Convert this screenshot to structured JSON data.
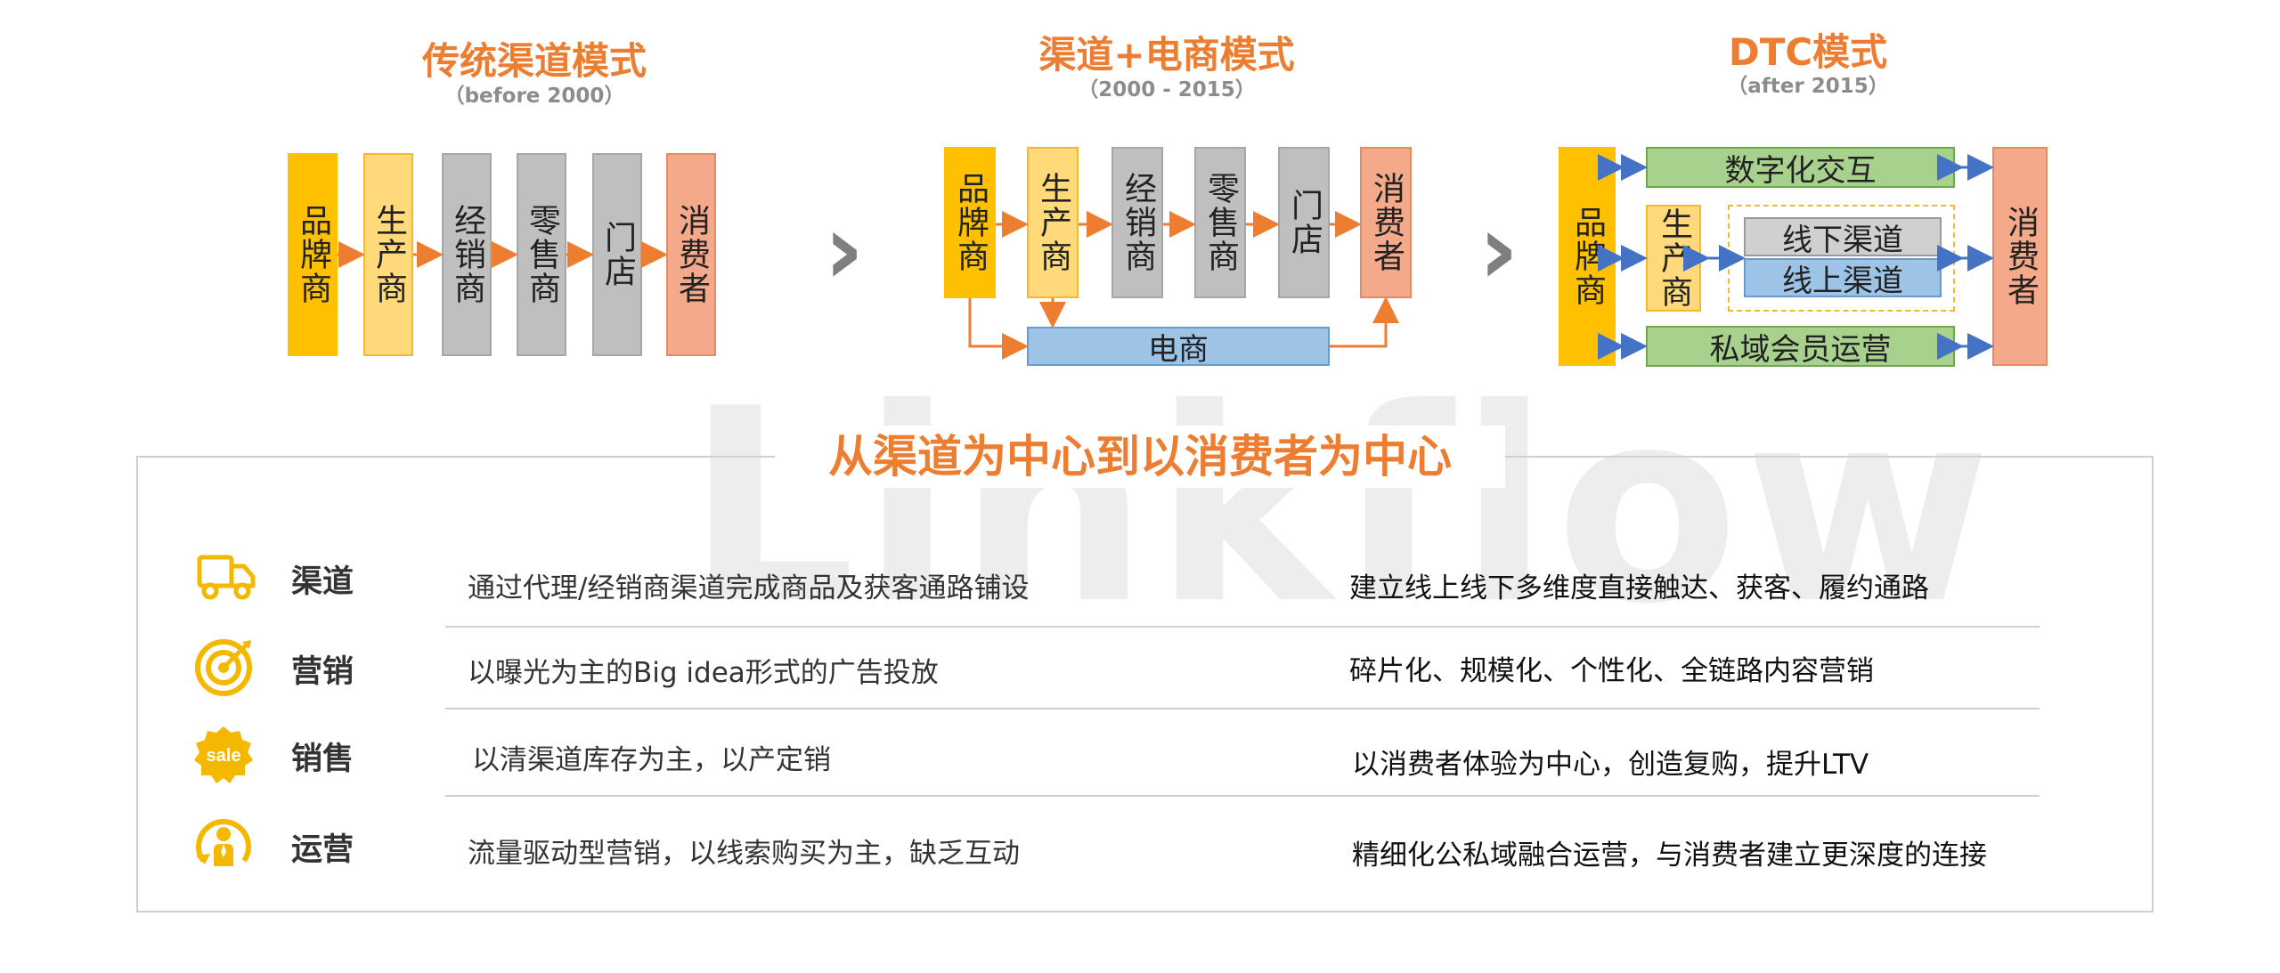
{
  "modes": [
    {
      "title": "传统渠道模式",
      "period": "（before 2000）"
    },
    {
      "title": "渠道+电商模式",
      "period": "（2000 - 2015）"
    },
    {
      "title": "DTC模式",
      "period": "（after 2015）"
    }
  ],
  "traditional": {
    "nodes": [
      "品牌商",
      "生产商",
      "经销商",
      "零售商",
      "门店",
      "消费者"
    ]
  },
  "ecommerce": {
    "nodes": [
      "品牌商",
      "生产商",
      "经销商",
      "零售商",
      "门店",
      "消费者"
    ],
    "ecom_label": "电商"
  },
  "dtc": {
    "brand": "品牌商",
    "producer": "生产商",
    "consumer": "消费者",
    "digital": "数字化交互",
    "offline": "线下渠道",
    "online": "线上渠道",
    "private": "私域会员运营"
  },
  "separator_icon": "chevron-right-icon",
  "watermark": "Linkflow",
  "comparison": {
    "title": "从渠道为中心到以消费者为中心",
    "rows": [
      {
        "icon": "truck-icon",
        "label": "渠道",
        "before": "通过代理/经销商渠道完成商品及获客通路铺设",
        "after": "建立线上线下多维度直接触达、获客、履约通路"
      },
      {
        "icon": "target-icon",
        "label": "营销",
        "before": "以曝光为主的Big idea形式的广告投放",
        "after": "碎片化、规模化、个性化、全链路内容营销"
      },
      {
        "icon": "sale-icon",
        "label": "销售",
        "before": "以清渠道库存为主，以产定销",
        "after": "以消费者体验为中心，创造复购，提升LTV"
      },
      {
        "icon": "person-growth-icon",
        "label": "运营",
        "before": "流量驱动型营销，以线索购买为主，缺乏互动",
        "after": "精细化公私域融合运营，与消费者建立更深度的连接"
      }
    ]
  },
  "colors": {
    "accent": "#ED7D31",
    "brand": "#FFC000",
    "producer": "#FFD97A",
    "middleman": "#BFBFBF",
    "consumer": "#F4A98A",
    "online": "#9DC3E6",
    "interaction": "#A9D18E",
    "icon": "#F5B800"
  }
}
